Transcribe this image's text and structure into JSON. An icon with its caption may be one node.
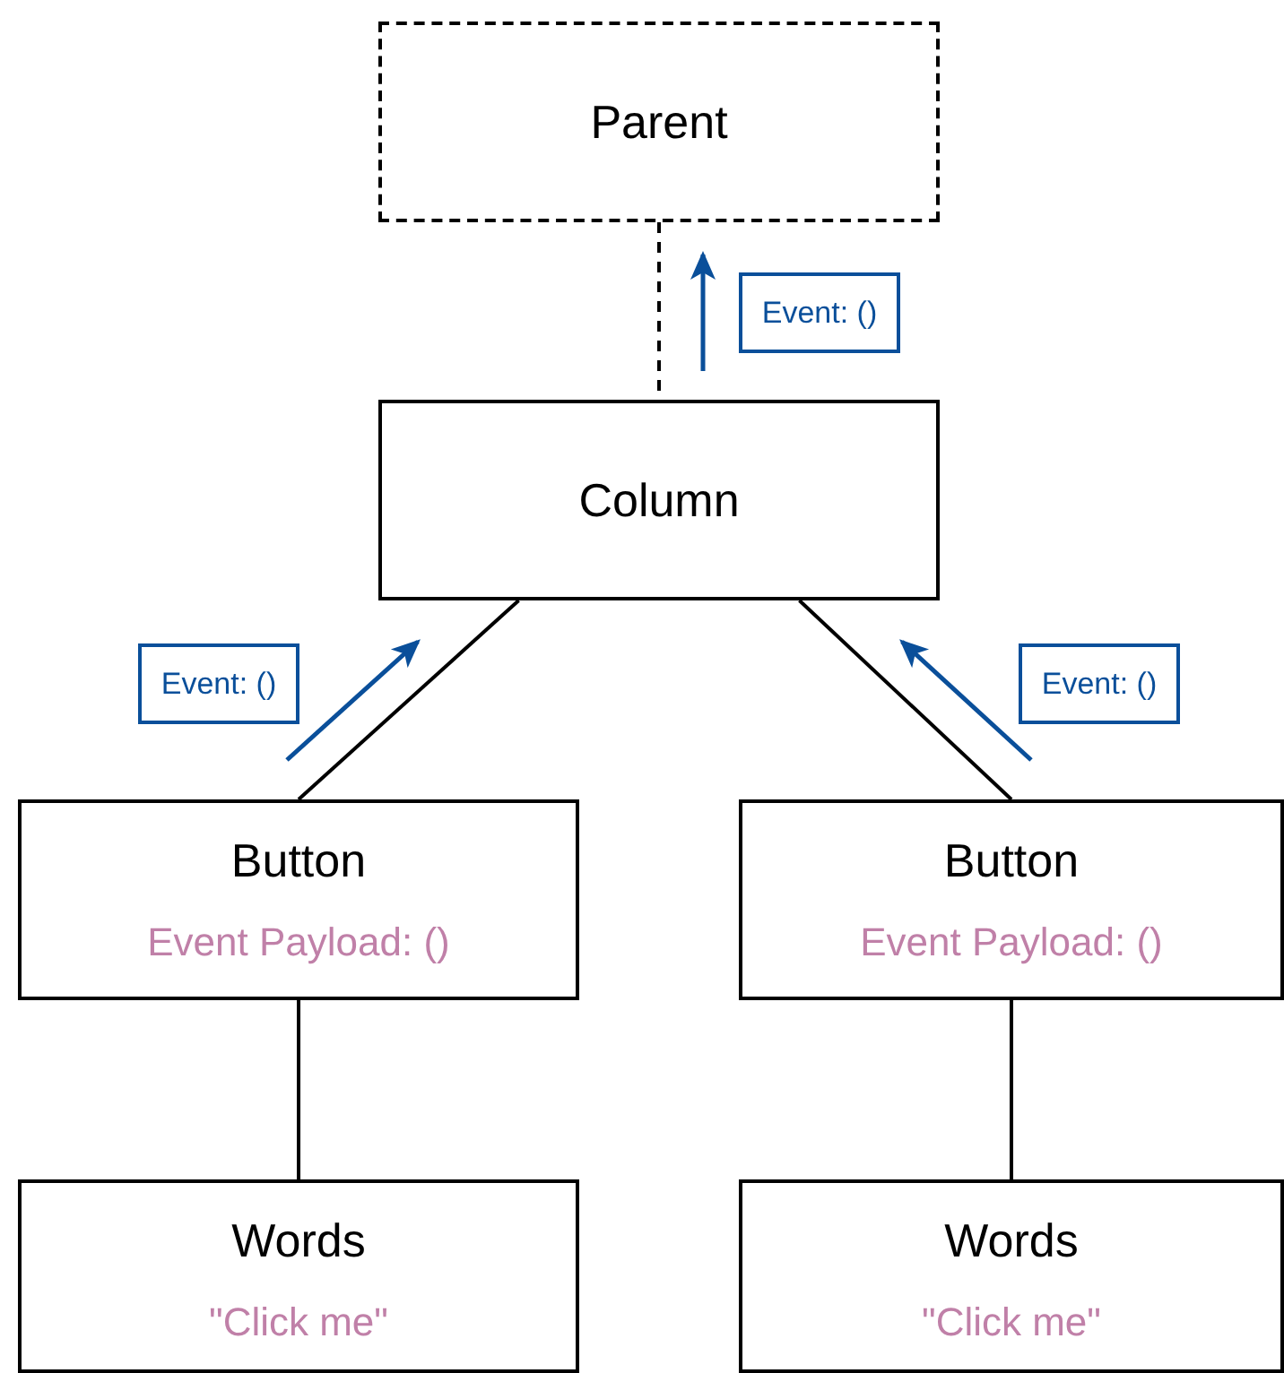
{
  "diagram": {
    "nodes": [
      {
        "text": [
          "Parent"
        ]
      },
      {
        "text": [
          "Column"
        ]
      },
      {
        "text": [
          "Button",
          "Event Payload: ()"
        ]
      },
      {
        "text": [
          "Button",
          "Event Payload: ()"
        ]
      },
      {
        "text": [
          "Words",
          "\"Click me\""
        ]
      },
      {
        "text": [
          "Words",
          "\"Click me\""
        ]
      },
      {
        "text": [
          "Event: ()"
        ]
      },
      {
        "text": [
          "Event: ()"
        ]
      },
      {
        "text": [
          "Event: ()"
        ]
      }
    ],
    "edges": [
      {
        "from": 0,
        "to": 1,
        "arrow": "none",
        "style": "dashed"
      },
      {
        "from": 1,
        "to": 2,
        "arrow": "none"
      },
      {
        "from": 1,
        "to": 3,
        "arrow": "none"
      },
      {
        "from": 2,
        "to": 4,
        "arrow": "none"
      },
      {
        "from": 3,
        "to": 5,
        "arrow": "none"
      }
    ]
  }
}
